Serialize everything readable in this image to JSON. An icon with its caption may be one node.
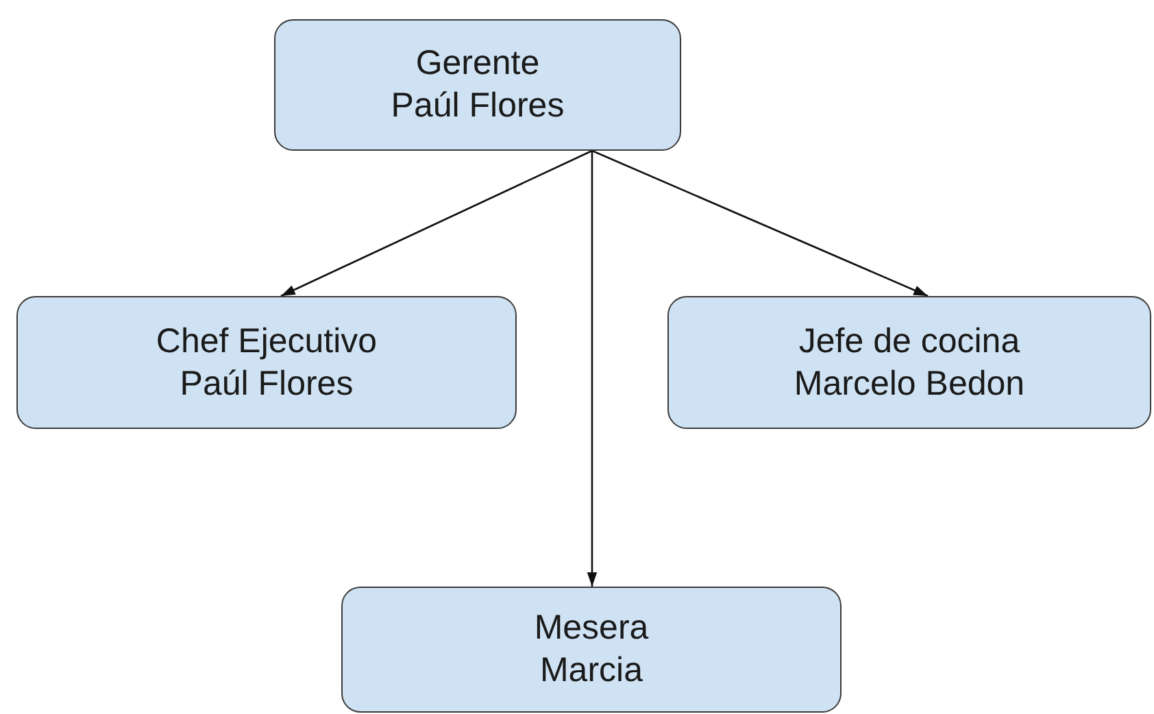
{
  "diagram": {
    "nodes": [
      {
        "text": [
          "Gerente",
          "Paúl Flores"
        ]
      },
      {
        "text": [
          "Chef Ejecutivo",
          "Paúl Flores"
        ]
      },
      {
        "text": [
          "Jefe de cocina",
          "Marcelo Bedon"
        ]
      },
      {
        "text": [
          "Mesera",
          "Marcia"
        ]
      }
    ],
    "edges": [
      {
        "from": 0,
        "to": 1,
        "arrow": "to"
      },
      {
        "from": 0,
        "to": 3,
        "arrow": "to"
      },
      {
        "from": 0,
        "to": 2,
        "arrow": "to"
      }
    ]
  }
}
